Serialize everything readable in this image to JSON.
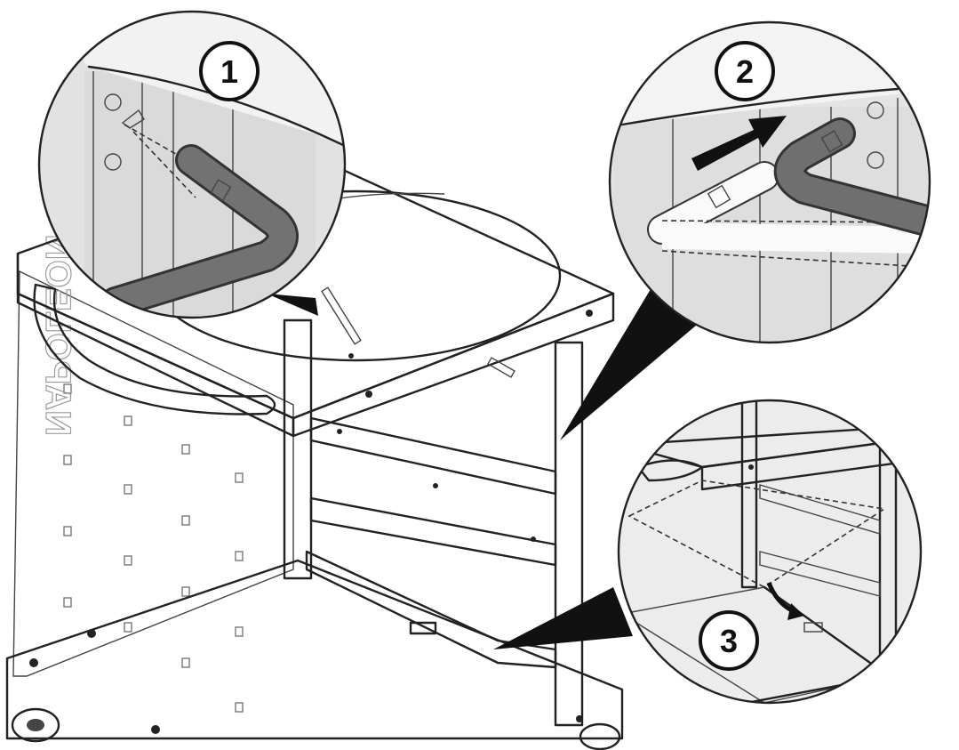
{
  "steps": [
    {
      "number": "1"
    },
    {
      "number": "2"
    },
    {
      "number": "3"
    }
  ],
  "brand_mark": "NAPOLEON",
  "colors": {
    "line": "#222222",
    "panel": "#e4e4e4",
    "panel_light": "#f0f0f0",
    "shadow": "#b9b9b9",
    "tube": "#6d6d6d",
    "callout": "#111111"
  },
  "icons": [
    "step-badge",
    "arrow-right",
    "curved-arrow",
    "screw-hole"
  ]
}
